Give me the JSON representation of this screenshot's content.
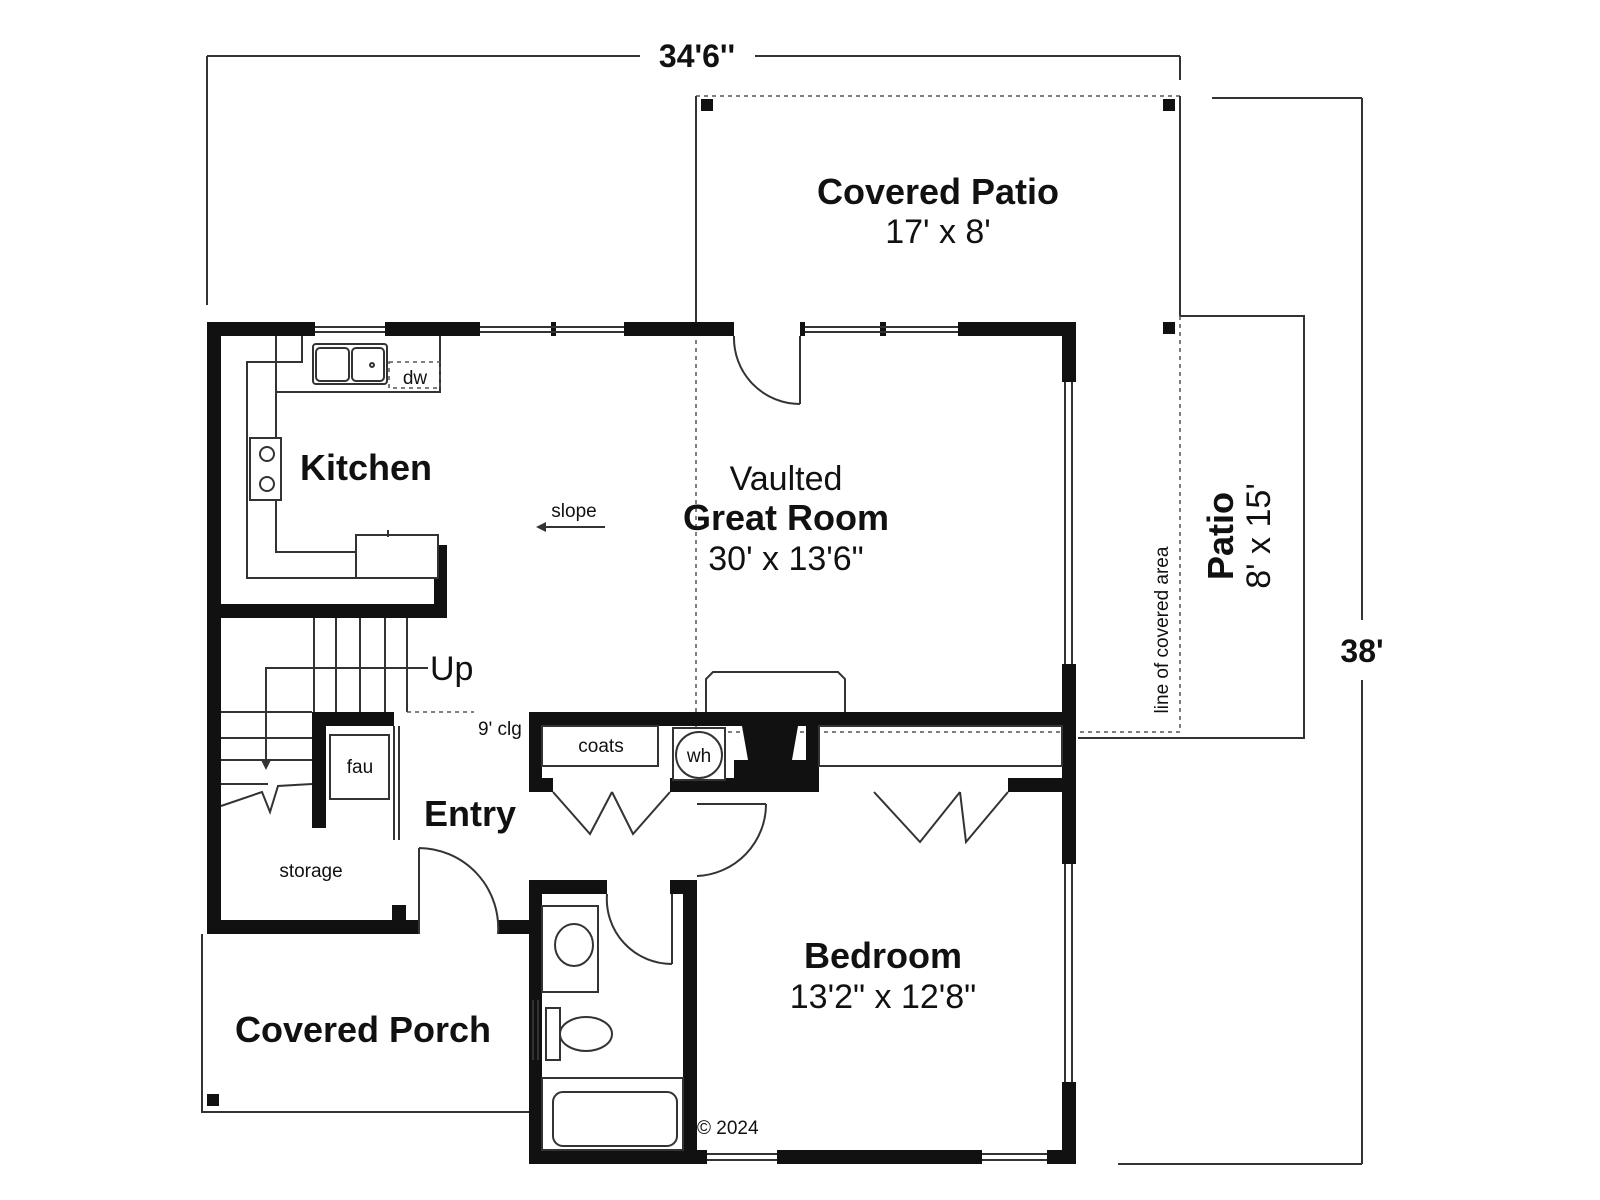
{
  "overall": {
    "width": "34'6''",
    "depth": "38'"
  },
  "rooms": {
    "covered_patio": {
      "name": "Covered Patio",
      "size": "17' x 8'"
    },
    "patio": {
      "name": "Patio",
      "size": "8' x 15'"
    },
    "kitchen": {
      "name": "Kitchen"
    },
    "great_room": {
      "prefix": "Vaulted",
      "name": "Great Room",
      "size": "30' x 13'6\""
    },
    "entry": {
      "name": "Entry"
    },
    "bedroom": {
      "name": "Bedroom",
      "size": "13'2\" x 12'8\""
    },
    "covered_porch": {
      "name": "Covered Porch"
    }
  },
  "labels": {
    "dw": "dw",
    "slope": "slope",
    "up": "Up",
    "clg": "9' clg",
    "coats": "coats",
    "wh": "wh",
    "fau": "fau",
    "storage": "storage",
    "covered_line": "line of covered area",
    "copyright": "© 2024"
  }
}
